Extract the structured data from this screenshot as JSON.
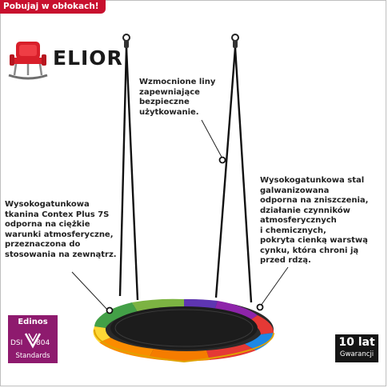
{
  "banner": {
    "text": "Pobujaj w obłokach!",
    "color": "#c8102e"
  },
  "brand": {
    "name": "ELIOR",
    "icon": "rocking-chair-icon",
    "icon_color": "#d81f2a"
  },
  "callouts": {
    "ropes": "Wzmocnione liny\nzapewniające\nbezpieczne\nużytkowanie.",
    "fabric": "Wysokogatunkowa\ntkanina Contex Plus 7S\nodporna na ciężkie\nwarunki atmosferyczne,\nprzeznaczona do\nstosowania na zewnątrz.",
    "steel": "Wysokogatunkowa stal\ngalwanizowana\nodporna na zniszczenia,\ndziałanie czynników\natmosferycznych\ni chemicznych,\npokryta cienką warstwą\ncynku, która chroni ją\nprzed rdzą."
  },
  "product": {
    "name": "nest swing",
    "seat_colors": [
      "#e53935",
      "#f57c00",
      "#fdd835",
      "#7cb342",
      "#43a047",
      "#1e88e5",
      "#5e35b1",
      "#8e24aa"
    ],
    "center_color": "#1c1c1c"
  },
  "certificate": {
    "title": "Edinos",
    "code_left": "DSI",
    "code_right": "804",
    "footer": "Standards",
    "color": "#8e1a6e"
  },
  "warranty": {
    "value": "10 lat",
    "label": "Gwarancji"
  }
}
